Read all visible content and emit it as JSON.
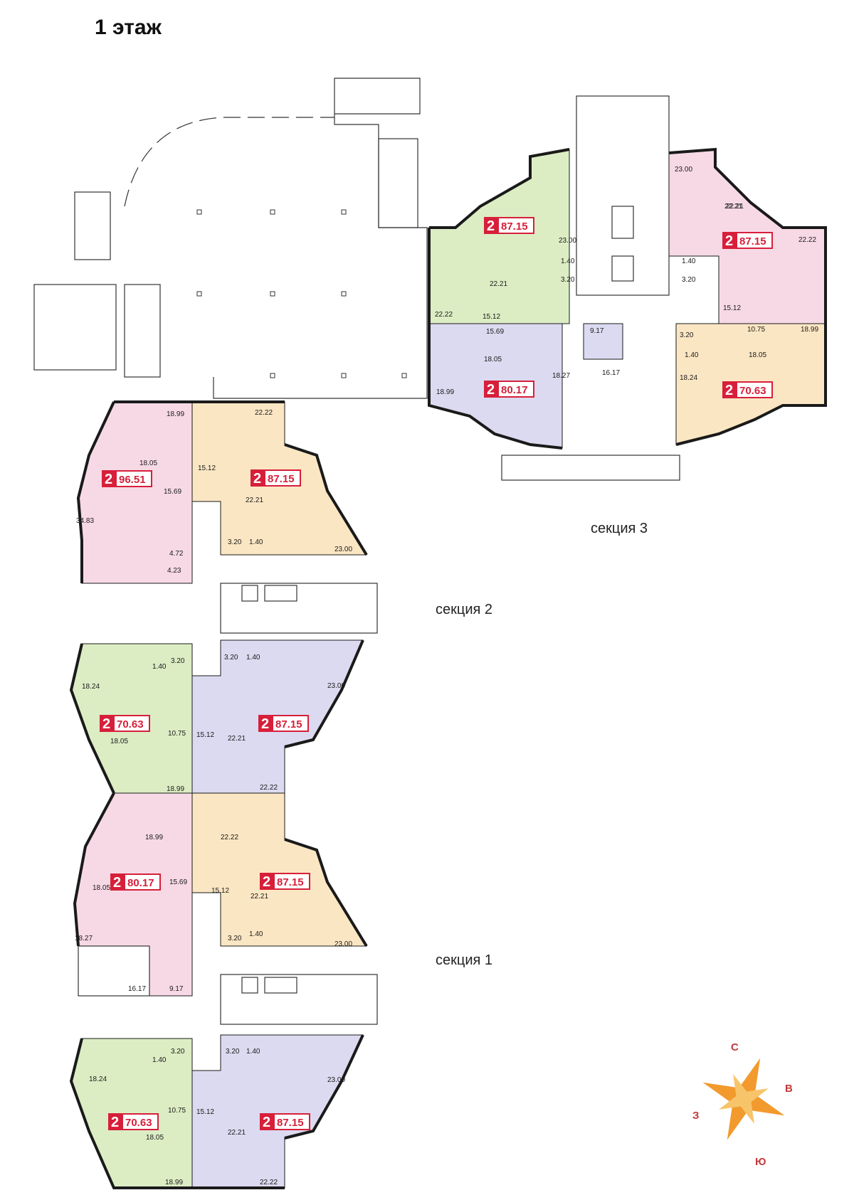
{
  "title": "1 этаж",
  "sections": {
    "s1": "секция 1",
    "s2": "секция 2",
    "s3": "секция 3"
  },
  "colors": {
    "pink": "#f7d9e6",
    "green": "#dcedc4",
    "purple": "#dcdaf0",
    "orange": "#fbe6c3",
    "badge": "#d71f3a"
  },
  "compass": {
    "n": "С",
    "e": "В",
    "w": "З",
    "s": "Ю"
  },
  "apartments": [
    {
      "rooms": "2",
      "area": "87.15"
    },
    {
      "rooms": "2",
      "area": "87.15"
    },
    {
      "rooms": "2",
      "area": "80.17"
    },
    {
      "rooms": "2",
      "area": "70.63"
    },
    {
      "rooms": "2",
      "area": "96.51"
    },
    {
      "rooms": "2",
      "area": "87.15"
    },
    {
      "rooms": "2",
      "area": "70.63"
    },
    {
      "rooms": "2",
      "area": "87.15"
    },
    {
      "rooms": "2",
      "area": "80.17"
    },
    {
      "rooms": "2",
      "area": "87.15"
    },
    {
      "rooms": "2",
      "area": "70.63"
    },
    {
      "rooms": "2",
      "area": "87.15"
    }
  ],
  "room_labels": [
    "23.00",
    "22.21",
    "1.40",
    "3.20",
    "22.21",
    "22.22",
    "15.12",
    "23.00",
    "22.21",
    "22.22",
    "1.40",
    "3.20",
    "15.12",
    "15.69",
    "18.05",
    "18.27",
    "18.99",
    "9.17",
    "16.17",
    "3.20",
    "1.40",
    "10.75",
    "18.99",
    "18.05",
    "18.24",
    "18.99",
    "18.05",
    "15.69",
    "34.83",
    "4.72",
    "4.23",
    "22.22",
    "15.12",
    "22.21",
    "3.20",
    "1.40",
    "23.00",
    "1.40",
    "3.20",
    "18.24",
    "10.75",
    "18.05",
    "18.99",
    "3.20",
    "1.40",
    "23.00",
    "15.12",
    "22.21",
    "22.22",
    "18.99",
    "18.05",
    "15.69",
    "18.27",
    "16.17",
    "9.17",
    "22.22",
    "15.12",
    "22.21",
    "3.20",
    "1.40",
    "23.00",
    "3.20",
    "1.40",
    "18.24",
    "10.75",
    "18.05",
    "18.99",
    "3.20",
    "1.40",
    "23.00",
    "15.12",
    "22.21",
    "22.22"
  ]
}
